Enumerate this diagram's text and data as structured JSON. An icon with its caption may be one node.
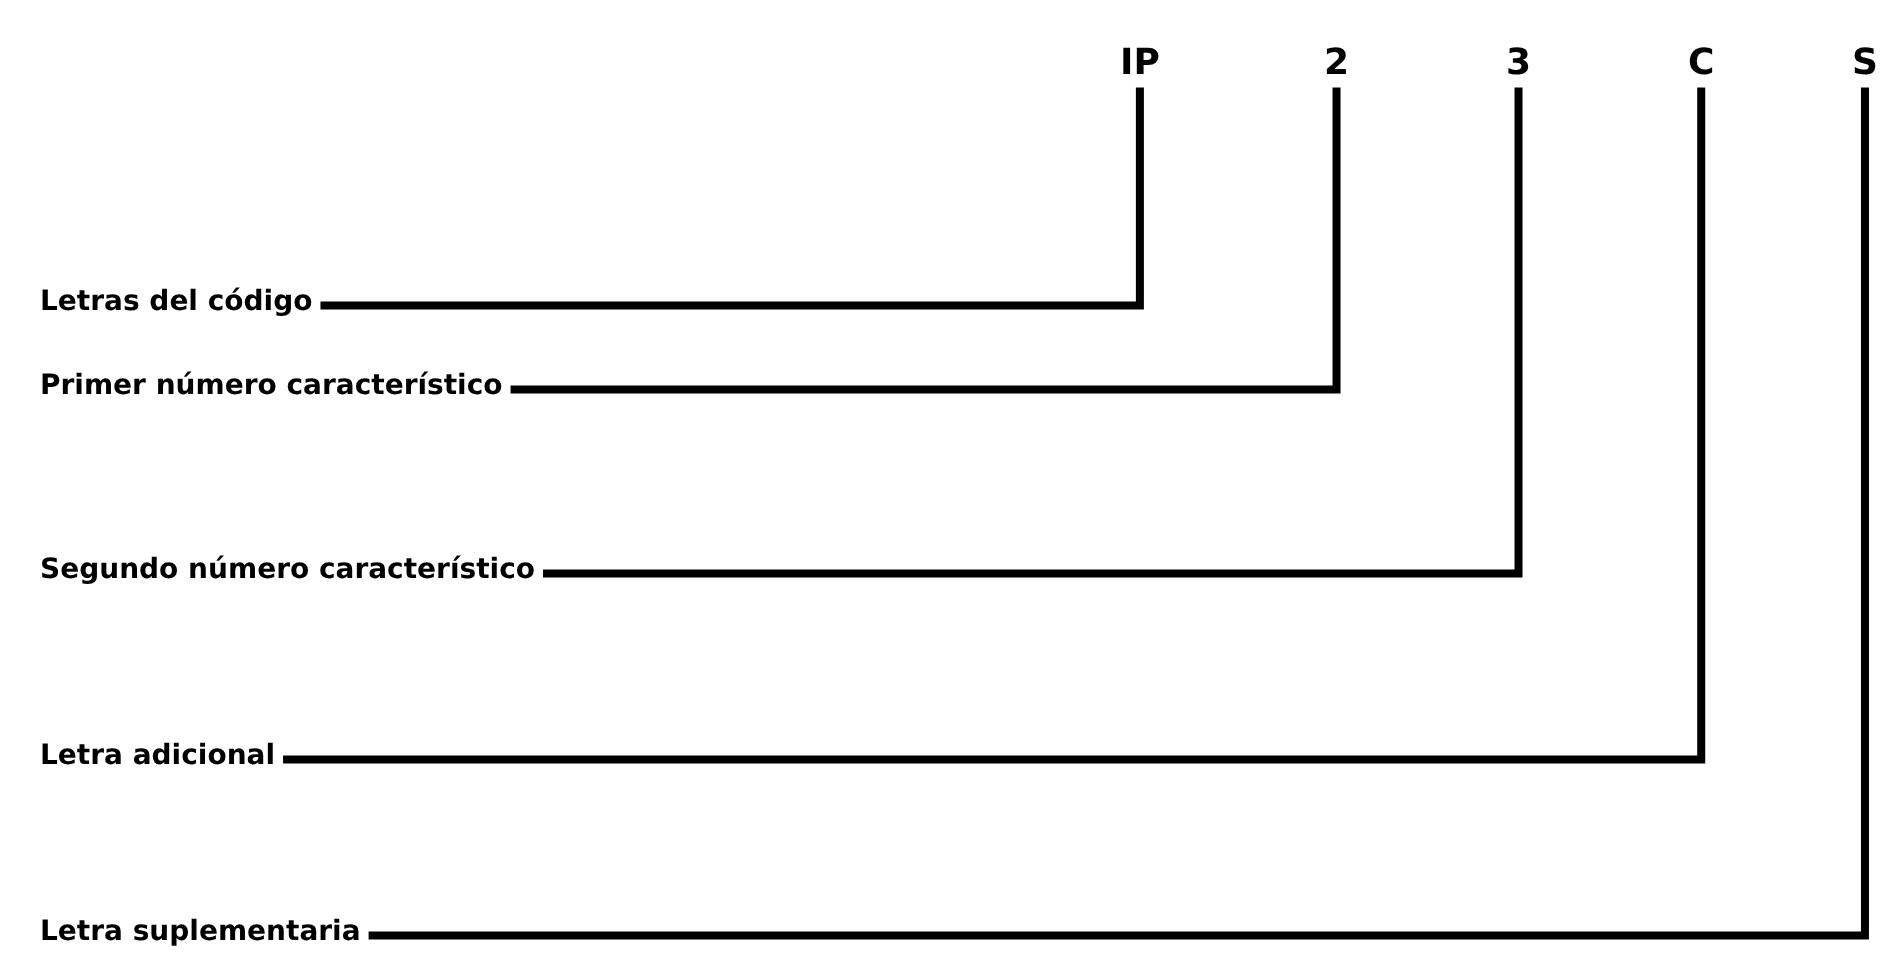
{
  "diagram": {
    "nodes": [
      {
        "text": [
          "IP"
        ]
      },
      {
        "text": [
          "2"
        ]
      },
      {
        "text": [
          "3"
        ]
      },
      {
        "text": [
          "C"
        ]
      },
      {
        "text": [
          "S"
        ]
      },
      {
        "text": [
          "Letras del código"
        ]
      },
      {
        "text": [
          "Primer número característico"
        ]
      },
      {
        "text": [
          "Segundo número característico"
        ]
      },
      {
        "text": [
          "Letra adicional"
        ]
      },
      {
        "text": [
          "Letra suplementaria"
        ]
      }
    ],
    "edges": [
      {
        "from": 5,
        "to": 0,
        "arrow": "none"
      },
      {
        "from": 6,
        "to": 1,
        "arrow": "none"
      },
      {
        "from": 7,
        "to": 2,
        "arrow": "none"
      },
      {
        "from": 8,
        "to": 3,
        "arrow": "none"
      },
      {
        "from": 9,
        "to": 4,
        "arrow": "none"
      }
    ]
  }
}
